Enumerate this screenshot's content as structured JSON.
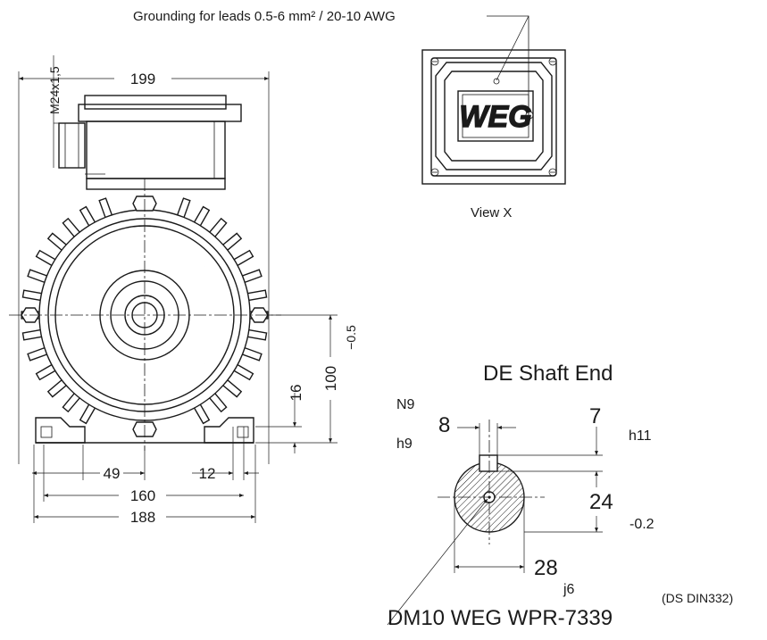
{
  "grounding_note": "Grounding for leads 0.5-6 mm² / 20-10 AWG",
  "view_label": "View X",
  "logo_text": "WEG",
  "front_view": {
    "dim_width_top": "199",
    "dim_thread": "M24x1,5",
    "dim_49": "49",
    "dim_12": "12",
    "dim_160": "160",
    "dim_188": "188",
    "dim_16": "16",
    "dim_100": "100",
    "dim_tol_100": "−0.5"
  },
  "shaft_end": {
    "title": "DE Shaft End",
    "fit_N9": "N9",
    "fit_h9": "h9",
    "dim_8": "8",
    "dim_7": "7",
    "fit_h11": "h11",
    "dim_24": "24",
    "tol_24": "-0.2",
    "dim_28": "28",
    "fit_j6": "j6",
    "thread_label": "DM10 WEG WPR-7339",
    "standard_note": "(DS DIN332)"
  }
}
